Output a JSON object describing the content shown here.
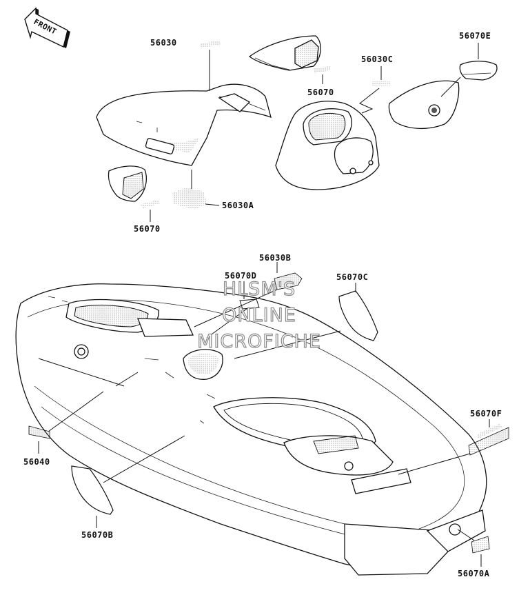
{
  "orientation": {
    "label": "FRONT",
    "icon": "front-arrow-icon"
  },
  "watermark": {
    "lines": [
      "HLSM'S",
      "ONLINE",
      "MICROFICHE"
    ]
  },
  "callouts": {
    "c56030": "56030",
    "c56070_top": "56070",
    "c56030C": "56030C",
    "c56070E": "56070E",
    "c56070_left": "56070",
    "c56030A": "56030A",
    "c56030B": "56030B",
    "c56070D": "56070D",
    "c56070C": "56070C",
    "c56070F": "56070F",
    "c56040": "56040",
    "c56070B": "56070B",
    "c56070A": "56070A"
  },
  "colors": {
    "line": "#111111",
    "watermark_outline": "#8a8a8a",
    "background": "#ffffff"
  }
}
